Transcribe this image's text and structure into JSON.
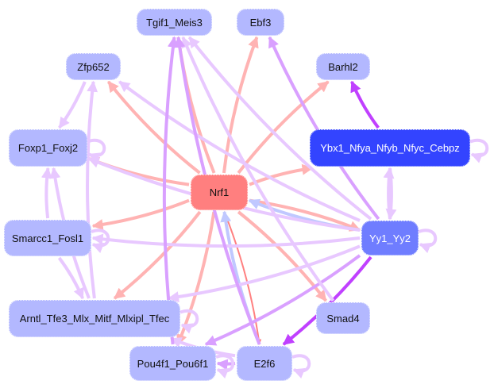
{
  "nodes": [
    {
      "id": "tgif1",
      "label": "Tgif1_Meis3",
      "color": "#b3b8ff",
      "text": "#111111"
    },
    {
      "id": "ebf3",
      "label": "Ebf3",
      "color": "#b3b8ff",
      "text": "#111111"
    },
    {
      "id": "zfp652",
      "label": "Zfp652",
      "color": "#b3b8ff",
      "text": "#111111"
    },
    {
      "id": "barhl2",
      "label": "Barhl2",
      "color": "#b3b8ff",
      "text": "#111111"
    },
    {
      "id": "foxp1",
      "label": "Foxp1_Foxj2",
      "color": "#b3b8ff",
      "text": "#111111"
    },
    {
      "id": "ybx1",
      "label": "Ybx1_Nfya_Nfyb_Nfyc_Cebpz",
      "color": "#3344ff",
      "text": "#ffffff"
    },
    {
      "id": "nrf1",
      "label": "Nrf1",
      "color": "#ff7f7f",
      "text": "#111111"
    },
    {
      "id": "smarcc1",
      "label": "Smarcc1_Fosl1",
      "color": "#b3b8ff",
      "text": "#111111"
    },
    {
      "id": "yy1",
      "label": "Yy1_Yy2",
      "color": "#6f7dff",
      "text": "#ffffff"
    },
    {
      "id": "arntl",
      "label": "Arntl_Tfe3_Mlx_Mitf_Mlxipl_Tfec",
      "color": "#b3b8ff",
      "text": "#111111"
    },
    {
      "id": "smad4",
      "label": "Smad4",
      "color": "#b3b8ff",
      "text": "#111111"
    },
    {
      "id": "pou4f1",
      "label": "Pou4f1_Pou6f1",
      "color": "#b3b8ff",
      "text": "#111111"
    },
    {
      "id": "e2f6",
      "label": "E2f6",
      "color": "#b3b8ff",
      "text": "#111111"
    }
  ],
  "edge_colors": {
    "salmon": "#ffb3b3",
    "lilac": "#e8c8ff",
    "violet": "#d9a0ff",
    "magenta": "#c040ff",
    "blue": "#c0c8ff",
    "red": "#ff8080"
  },
  "edges": [
    {
      "from": "nrf1",
      "to": "tgif1",
      "color": "salmon"
    },
    {
      "from": "nrf1",
      "to": "ebf3",
      "color": "salmon"
    },
    {
      "from": "nrf1",
      "to": "zfp652",
      "color": "salmon"
    },
    {
      "from": "nrf1",
      "to": "barhl2",
      "color": "salmon"
    },
    {
      "from": "nrf1",
      "to": "foxp1",
      "color": "salmon"
    },
    {
      "from": "nrf1",
      "to": "ybx1",
      "color": "salmon"
    },
    {
      "from": "nrf1",
      "to": "smarcc1",
      "color": "salmon"
    },
    {
      "from": "nrf1",
      "to": "yy1",
      "color": "salmon"
    },
    {
      "from": "nrf1",
      "to": "arntl",
      "color": "salmon"
    },
    {
      "from": "nrf1",
      "to": "smad4",
      "color": "salmon"
    },
    {
      "from": "nrf1",
      "to": "pou4f1",
      "color": "salmon"
    },
    {
      "from": "nrf1",
      "to": "e2f6",
      "color": "red"
    },
    {
      "from": "e2f6",
      "to": "nrf1",
      "color": "blue"
    },
    {
      "from": "yy1",
      "to": "nrf1",
      "color": "blue"
    },
    {
      "from": "ybx1",
      "to": "barhl2",
      "color": "magenta"
    },
    {
      "from": "ybx1",
      "to": "yy1",
      "color": "lilac"
    },
    {
      "from": "yy1",
      "to": "ybx1",
      "color": "lilac"
    },
    {
      "from": "yy1",
      "to": "tgif1",
      "color": "lilac"
    },
    {
      "from": "yy1",
      "to": "ebf3",
      "color": "violet"
    },
    {
      "from": "yy1",
      "to": "zfp652",
      "color": "lilac"
    },
    {
      "from": "yy1",
      "to": "foxp1",
      "color": "lilac"
    },
    {
      "from": "yy1",
      "to": "smarcc1",
      "color": "lilac"
    },
    {
      "from": "yy1",
      "to": "arntl",
      "color": "lilac"
    },
    {
      "from": "yy1",
      "to": "pou4f1",
      "color": "violet"
    },
    {
      "from": "yy1",
      "to": "e2f6",
      "color": "magenta"
    },
    {
      "from": "zfp652",
      "to": "foxp1",
      "color": "lilac"
    },
    {
      "from": "smarcc1",
      "to": "foxp1",
      "color": "lilac"
    },
    {
      "from": "smarcc1",
      "to": "arntl",
      "color": "lilac"
    },
    {
      "from": "arntl",
      "to": "foxp1",
      "color": "lilac"
    },
    {
      "from": "arntl",
      "to": "zfp652",
      "color": "lilac"
    },
    {
      "from": "smad4",
      "to": "tgif1",
      "color": "lilac"
    },
    {
      "from": "e2f6",
      "to": "tgif1",
      "color": "violet"
    },
    {
      "from": "e2f6",
      "to": "arntl",
      "color": "lilac"
    },
    {
      "from": "pou4f1",
      "to": "tgif1",
      "color": "violet"
    },
    {
      "from": "e2f6",
      "to": "pou4f1",
      "color": "violet"
    }
  ]
}
